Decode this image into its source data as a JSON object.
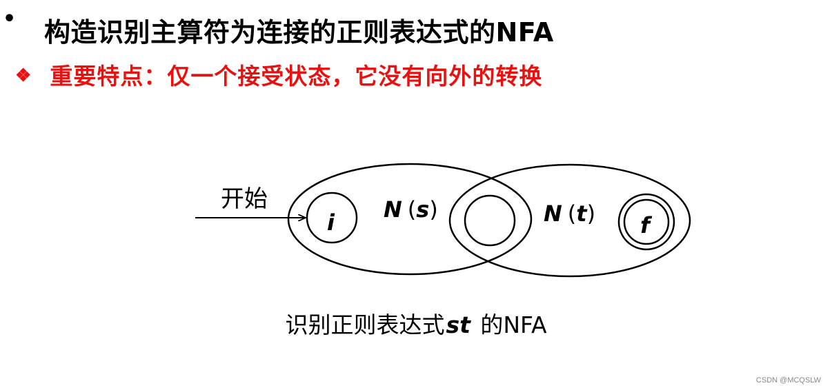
{
  "slide": {
    "bullet": "•",
    "title": "构造识别主算符为连接的正则表达式的NFA",
    "subtitle_marker": "❖",
    "subtitle": "重要特点：仅一个接受状态，它没有向外的转换"
  },
  "diagram": {
    "start_label": "开始",
    "state_i": "i",
    "state_f": "f",
    "ns_label": {
      "letter": "N",
      "open": "(",
      "var": "s",
      "close": ")"
    },
    "nt_label": {
      "letter": "N",
      "open": "(",
      "var": "t",
      "close": ")"
    }
  },
  "caption": {
    "prefix": "识别正则表达式",
    "italic": "st",
    "suffix": " 的NFA"
  },
  "watermark": "CSDN @MCQSLW",
  "colors": {
    "subtitle": "#e8110f",
    "text": "#000000",
    "background": "#ffffff"
  }
}
